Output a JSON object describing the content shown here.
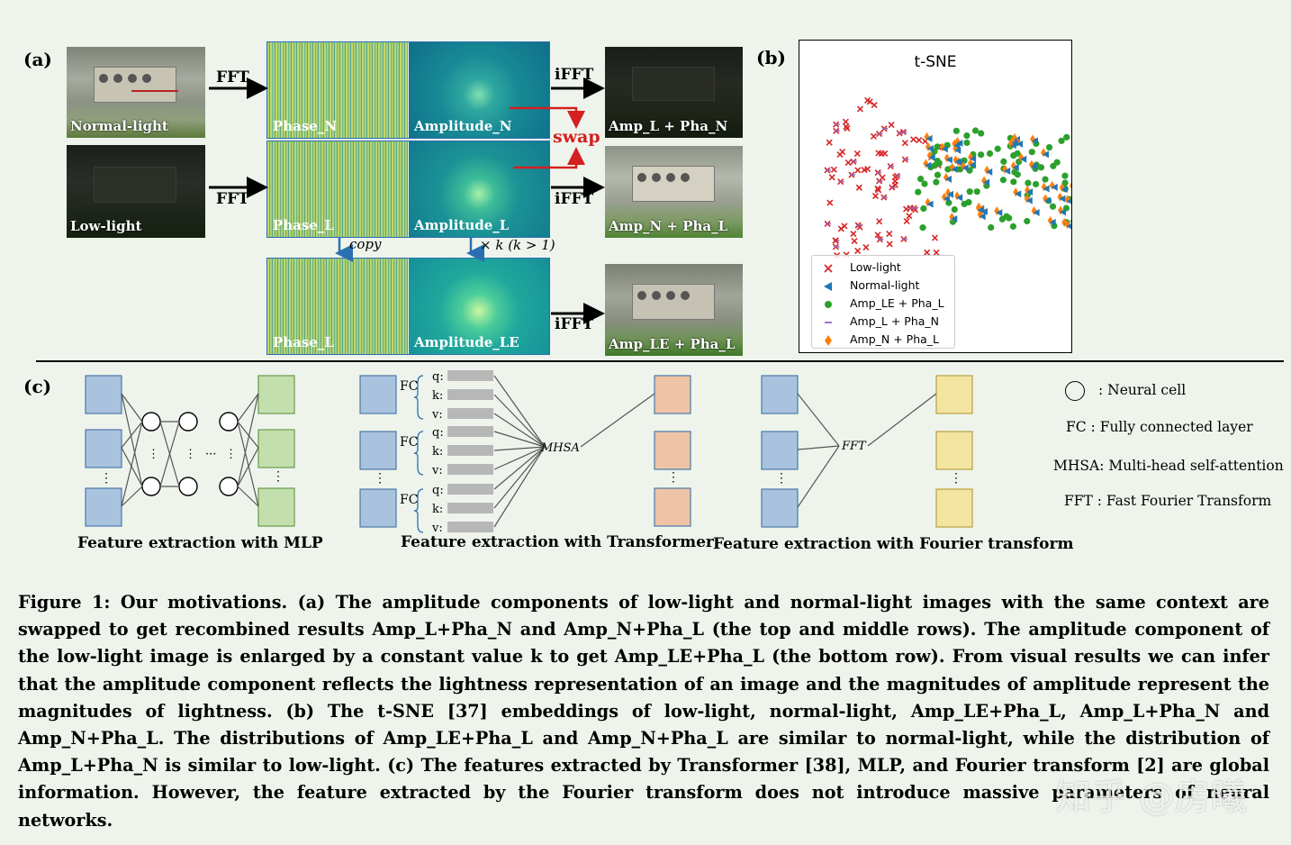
{
  "panel_a": {
    "label": "(a)",
    "photos": {
      "normal": "Normal-light",
      "low": "Low-light",
      "out1": "Amp_L + Pha_N",
      "out2": "Amp_N + Pha_L",
      "out3": "Amp_LE + Pha_L"
    },
    "spectra": {
      "phase_n": "Phase_N",
      "amp_n": "Amplitude_N",
      "phase_l": "Phase_L",
      "amp_l": "Amplitude_L",
      "phase_l2": "Phase_L",
      "amp_le": "Amplitude_LE"
    },
    "ops": {
      "fft1": "FFT",
      "fft2": "FFT",
      "ifft1": "iFFT",
      "ifft2": "iFFT",
      "ifft3": "iFFT",
      "swap": "swap",
      "copy": "copy",
      "scale": "× k (k > 1)"
    },
    "colors": {
      "swap": "#d42020",
      "arrow_blue": "#2a6fb0",
      "spectrum": "#1fa3a0"
    }
  },
  "panel_b": {
    "label": "(b)",
    "title": "t-SNE",
    "legend": [
      {
        "name": "Low-light",
        "color": "#d62728",
        "marker": "x"
      },
      {
        "name": "Normal-light",
        "color": "#1f77b4",
        "marker": "triangle-left"
      },
      {
        "name": "Amp_LE + Pha_L",
        "color": "#2ca02c",
        "marker": "circle"
      },
      {
        "name": "Amp_L + Pha_N",
        "color": "#9467bd",
        "marker": "line"
      },
      {
        "name": "Amp_N + Pha_L",
        "color": "#ff7f0e",
        "marker": "diamond"
      }
    ]
  },
  "panel_c": {
    "label": "(c)",
    "mlp_caption": "Feature extraction with MLP",
    "tf_caption": "Feature extraction with Transformer",
    "ft_caption": "Feature extraction with Fourier transform",
    "fc": "FC",
    "q": "q:",
    "k": "k:",
    "v": "v:",
    "mhsa": "MHSA",
    "fft": "FFT",
    "vdots": "⋮",
    "hdots": "···",
    "defs": {
      "cell": ": Neural cell",
      "fc": "FC   : Fully connected layer",
      "mhsa": "MHSA: Multi-head self-attention",
      "fft": "FFT  : Fast Fourier Transform"
    },
    "colors": {
      "blue": "#a9c3df",
      "green": "#c3dfae",
      "orange": "#efc4a6",
      "yellow": "#f4e4a1",
      "gray": "#b7b7b7"
    }
  },
  "caption": "Figure 1: Our motivations. (a) The amplitude components of low-light and normal-light images with the same context are swapped to get recombined results Amp_L+Pha_N and Amp_N+Pha_L (the top and middle rows). The amplitude component of the low-light image is enlarged by a constant value k to get Amp_LE+Pha_L (the bottom row). From visual results we can infer that the amplitude component reflects the lightness representation of an image and the magnitudes of amplitude represent the magnitudes of lightness. (b) The t-SNE [37] embeddings of low-light, normal-light, Amp_LE+Pha_L, Amp_L+Pha_N and Amp_N+Pha_L. The distributions of Amp_LE+Pha_L and Amp_N+Pha_L are similar to normal-light, while the distribution of Amp_L+Pha_N is similar to low-light. (c) The features extracted by Transformer [38], MLP, and Fourier transform [2] are global information. However, the feature extracted by the Fourier transform does not introduce massive parameters of neural networks.",
  "watermark": "知乎 @房曦"
}
